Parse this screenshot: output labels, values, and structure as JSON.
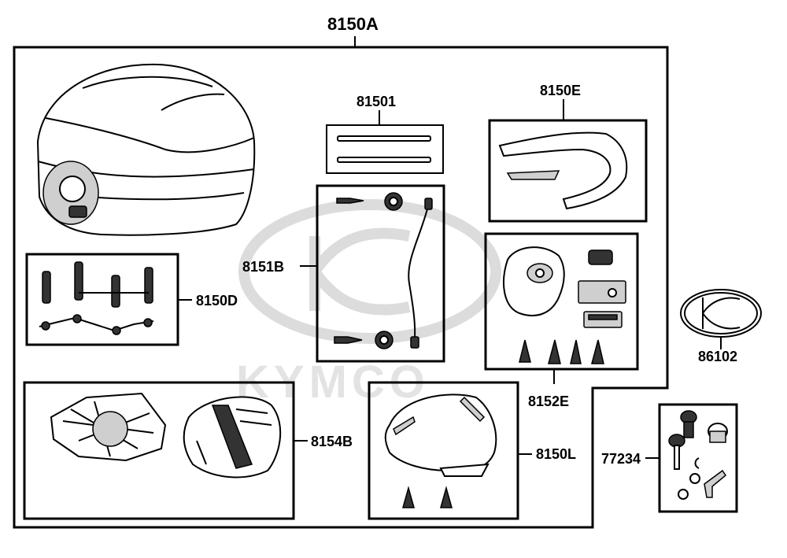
{
  "labels": {
    "main": "8150A",
    "strips": "81501",
    "cover_e": "8150E",
    "strap": "8151B",
    "hinge": "8150D",
    "lock_kit": "8152E",
    "badge": "86102",
    "base_plate": "8154B",
    "lid_l": "8150L",
    "key_set": "77234"
  },
  "watermark": "KYMCO",
  "colors": {
    "line": "#000000",
    "watermark": "#d9d9d9",
    "fill_grey": "#cfcfcf"
  }
}
